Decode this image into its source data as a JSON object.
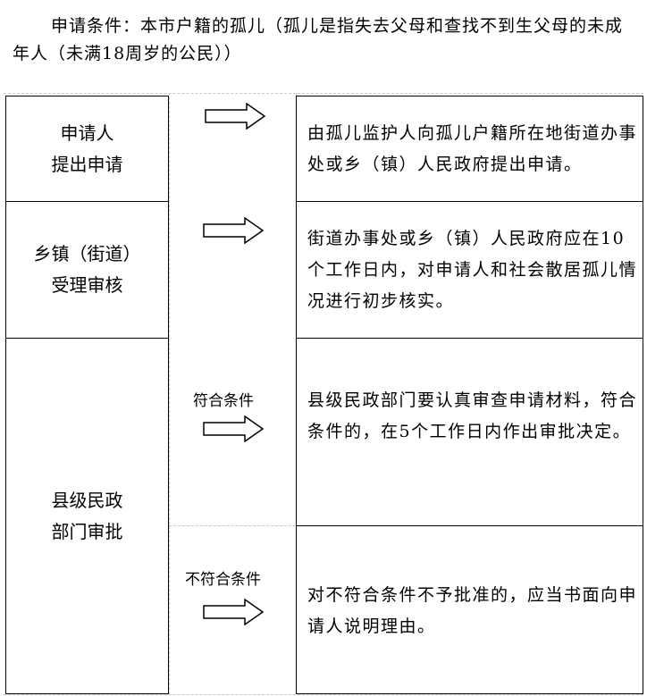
{
  "header": {
    "text": "申请条件：本市户籍的孤儿（孤儿是指失去父母和查找不到生父母的未成年人（未满18周岁的公民））"
  },
  "steps": [
    {
      "label_lines": [
        "申请人",
        "提出申请"
      ],
      "description": "由孤儿监护人向孤儿户籍所在地街道办事处或乡（镇）人民政府提出申请。"
    },
    {
      "label_lines": [
        "乡镇（街道）",
        "受理审核"
      ],
      "description": "街道办事处或乡（镇）人民政府应在10个工作日内，对申请人和社会散居孤儿情况进行初步核实。"
    },
    {
      "label_lines": [
        "县级民政",
        "部门审批"
      ],
      "branches": [
        {
          "condition": "符合条件",
          "description": "县级民政部门要认真审查申请材料，符合条件的，在5个工作日内作出审批决定。"
        },
        {
          "condition": "不符合条件",
          "description": "对不符合条件不予批准的，应当书面向申请人说明理由。"
        }
      ]
    }
  ]
}
